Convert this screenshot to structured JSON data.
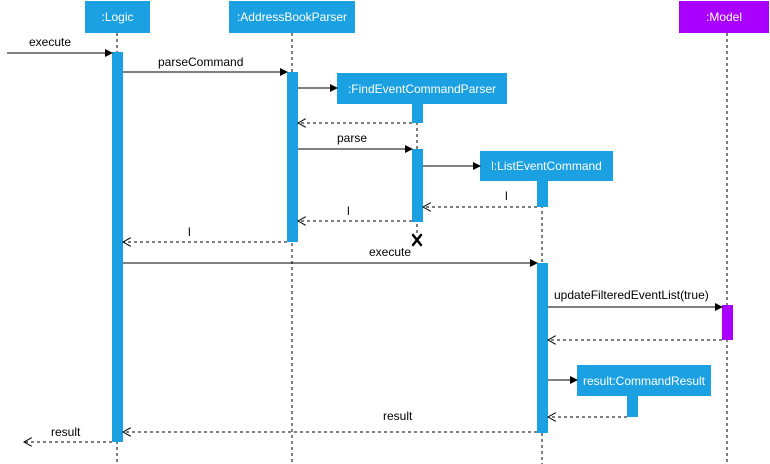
{
  "participants": {
    "logic": {
      "label": ":Logic",
      "color": "#1ba1e2"
    },
    "parser": {
      "label": ":AddressBookParser",
      "color": "#1ba1e2"
    },
    "find_parser": {
      "label": ":FindEventCommandParser",
      "color": "#1ba1e2"
    },
    "list_cmd": {
      "label": "l:ListEventCommand",
      "color": "#1ba1e2"
    },
    "result_obj": {
      "label": "result:CommandResult",
      "color": "#1ba1e2"
    },
    "model": {
      "label": ":Model",
      "color": "#aa00ff"
    }
  },
  "messages": {
    "execute_in": "execute",
    "parse_command": "parseCommand",
    "parse": "parse",
    "return_l_1": "l",
    "return_l_2": "l",
    "return_l_3": "l",
    "execute_cmd": "execute",
    "update_filtered": "updateFilteredEventList(true)",
    "return_result_1": "result",
    "return_result_2": "result"
  },
  "icons": {
    "destroy": "x-destroy-icon"
  }
}
